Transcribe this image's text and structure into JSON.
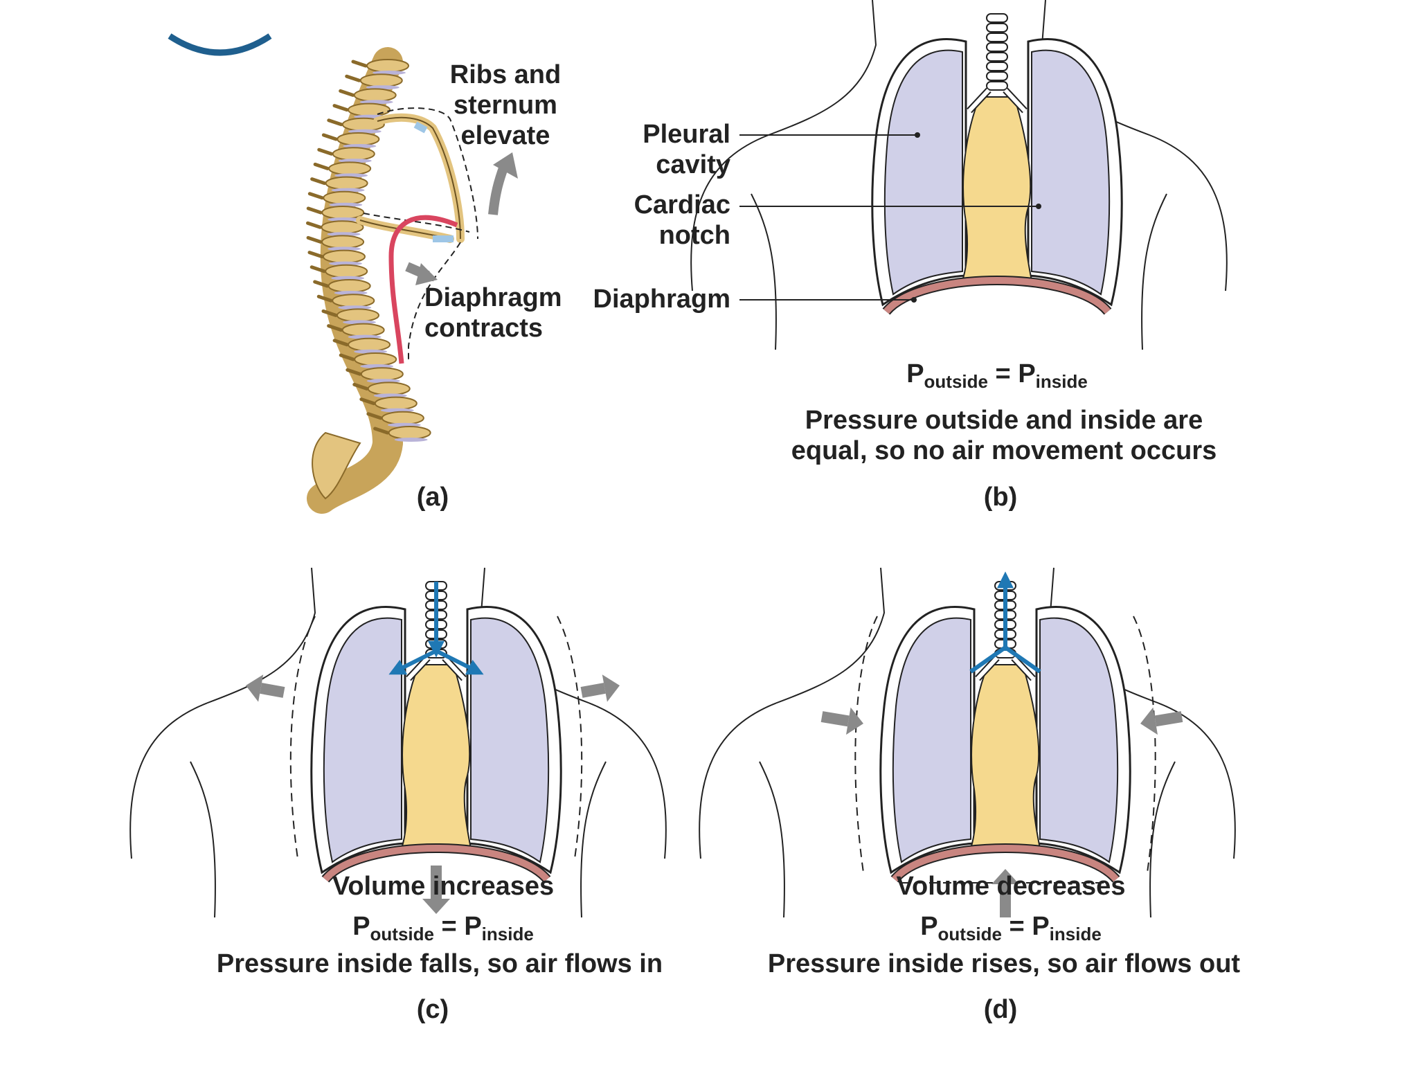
{
  "colors": {
    "lung": "#d0d0e8",
    "mediastinum": "#f5d98e",
    "diaphragm": "#c98580",
    "outline": "#222222",
    "air_arrow": "#1f78b4",
    "move_arrow": "#8a8a8a",
    "bone": "#e3c47f",
    "muscle": "#d9455f",
    "background": "#ffffff"
  },
  "panels": {
    "a": {
      "label": "(a)",
      "ribs_label": "Ribs and sternum elevate",
      "ribs_line1": "Ribs and",
      "ribs_line2": "sternum",
      "ribs_line3": "elevate",
      "diaphragm_line1": "Diaphragm",
      "diaphragm_line2": "contracts"
    },
    "b": {
      "label": "(b)",
      "callouts": {
        "pleural_line1": "Pleural",
        "pleural_line2": "cavity",
        "cardiac_line1": "Cardiac",
        "cardiac_line2": "notch",
        "diaphragm": "Diaphragm"
      },
      "equation": {
        "p1": "P",
        "sub1": "outside",
        "op": " = ",
        "p2": "P",
        "sub2": "inside"
      },
      "caption_line1": "Pressure outside and inside are",
      "caption_line2": "equal, so no air movement occurs"
    },
    "c": {
      "label": "(c)",
      "volume": "Volume increases",
      "equation": {
        "p1": "P",
        "sub1": "outside",
        "op": " = ",
        "p2": "P",
        "sub2": "inside"
      },
      "caption": "Pressure inside falls, so air flows in"
    },
    "d": {
      "label": "(d)",
      "volume": "Volume decreases",
      "equation": {
        "p1": "P",
        "sub1": "outside",
        "op": " = ",
        "p2": "P",
        "sub2": "inside"
      },
      "caption": "Pressure inside rises, so air flows out"
    }
  }
}
